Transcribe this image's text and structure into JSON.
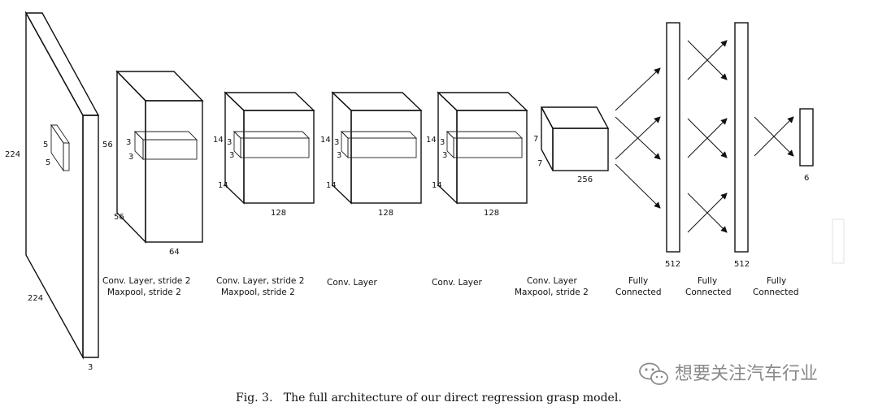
{
  "input": {
    "width": "224",
    "height": "224",
    "depth": "3",
    "kernel_a": "5",
    "kernel_b": "5"
  },
  "conv1": {
    "h": "56",
    "w": "56",
    "d": "64",
    "k_a": "3",
    "k_b": "3",
    "label_1": "Conv. Layer, stride 2",
    "label_2": "Maxpool, stride 2"
  },
  "conv2": {
    "h": "14",
    "w": "14",
    "d": "128",
    "k_a": "3",
    "k_b": "3",
    "label_1": "Conv. Layer, stride 2",
    "label_2": "Maxpool, stride 2"
  },
  "conv3": {
    "h": "14",
    "w": "14",
    "d": "128",
    "k_a": "3",
    "k_b": "3",
    "label_1": "Conv. Layer"
  },
  "conv4": {
    "h": "14",
    "w": "14",
    "d": "128",
    "k_a": "3",
    "k_b": "3",
    "label_1": "Conv. Layer"
  },
  "conv5": {
    "h": "7",
    "w": "7",
    "d": "256",
    "label_1": "Conv. Layer",
    "label_2": "Maxpool, stride 2"
  },
  "fc1": {
    "size": "512",
    "label_1": "Fully",
    "label_2": "Connected"
  },
  "fc2": {
    "size": "512",
    "label_1": "Fully",
    "label_2": "Connected"
  },
  "fc3": {
    "label_1": "Fully",
    "label_2": "Connected"
  },
  "output": {
    "size": "6"
  },
  "caption": "Fig. 3.   The full architecture of our direct regression grasp model.",
  "watermark": "想要关注汽车行业",
  "watermark_icon": "wechat-icon"
}
